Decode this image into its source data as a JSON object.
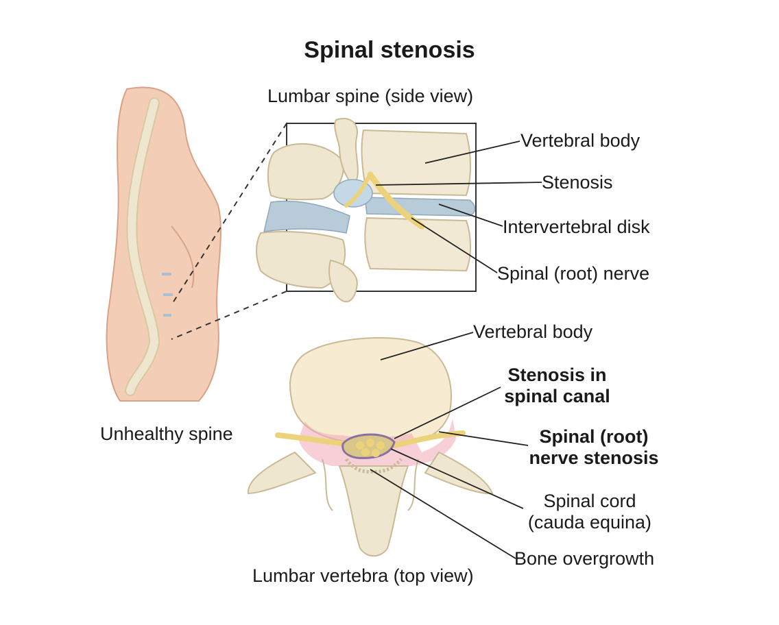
{
  "title": "Spinal stenosis",
  "captions": {
    "side_view": "Lumbar spine (side view)",
    "body_figure": "Unhealthy spine",
    "top_view": "Lumbar vertebra (top view)"
  },
  "side_labels": {
    "vertebral_body": "Vertebral body",
    "stenosis": "Stenosis",
    "intervertebral_disk": "Intervertebral disk",
    "spinal_root_nerve": "Spinal (root) nerve"
  },
  "top_labels": {
    "vertebral_body": "Vertebral body",
    "stenosis_canal_line1": "Stenosis in",
    "stenosis_canal_line2": "spinal canal",
    "nerve_stenosis_line1": "Spinal (root)",
    "nerve_stenosis_line2": "nerve stenosis",
    "spinal_cord_line1": "Spinal cord",
    "spinal_cord_line2": "(cauda equina)",
    "bone_overgrowth": "Bone overgrowth"
  },
  "colors": {
    "skin": "#f1c7b0",
    "bone": "#efe6cf",
    "disk": "#b7cbd9",
    "nerve": "#ecd27a",
    "inflamed": "#f0a9b6"
  }
}
